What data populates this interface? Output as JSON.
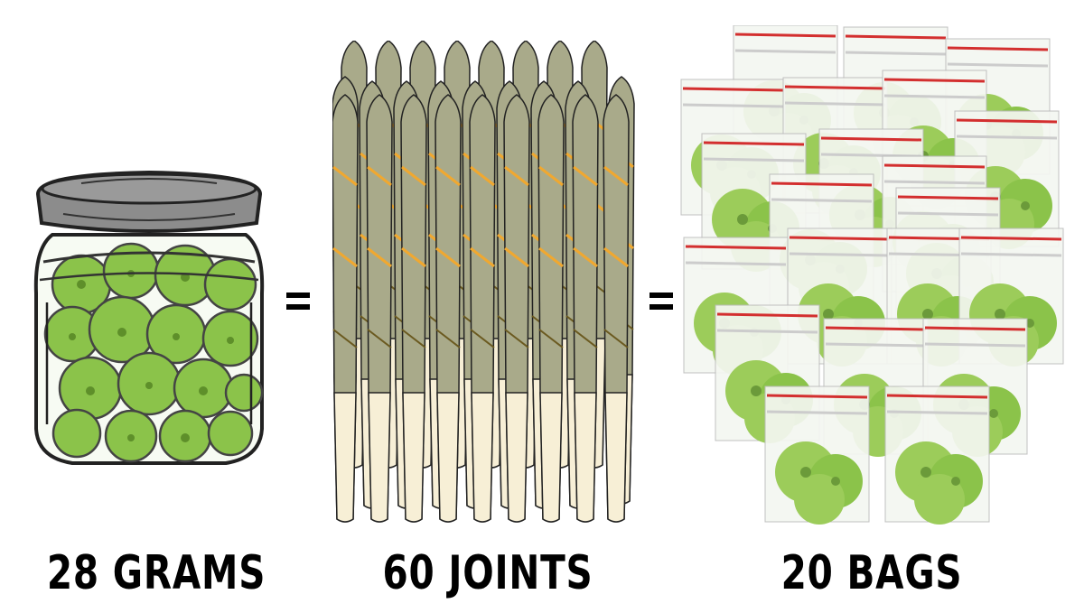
{
  "infographic": {
    "items": [
      {
        "label": "28 GRAMS",
        "illustration": "jar-of-buds"
      },
      {
        "label": "60 JOINTS",
        "illustration": "grid-of-joints"
      },
      {
        "label": "20 BAGS",
        "illustration": "pile-of-ziplock-bags"
      }
    ],
    "separator": "=",
    "colors": {
      "background": "#ffffff",
      "text": "#000000",
      "jar_lid": "#8c8c8c",
      "bud_green": "#8bc34a",
      "bud_dark": "#5e8f2a",
      "joint_paper": "#a9aa8a",
      "joint_filter": "#f7efd6",
      "joint_stripe": "#f0a830",
      "bag_zip": "#d32f2f"
    }
  }
}
